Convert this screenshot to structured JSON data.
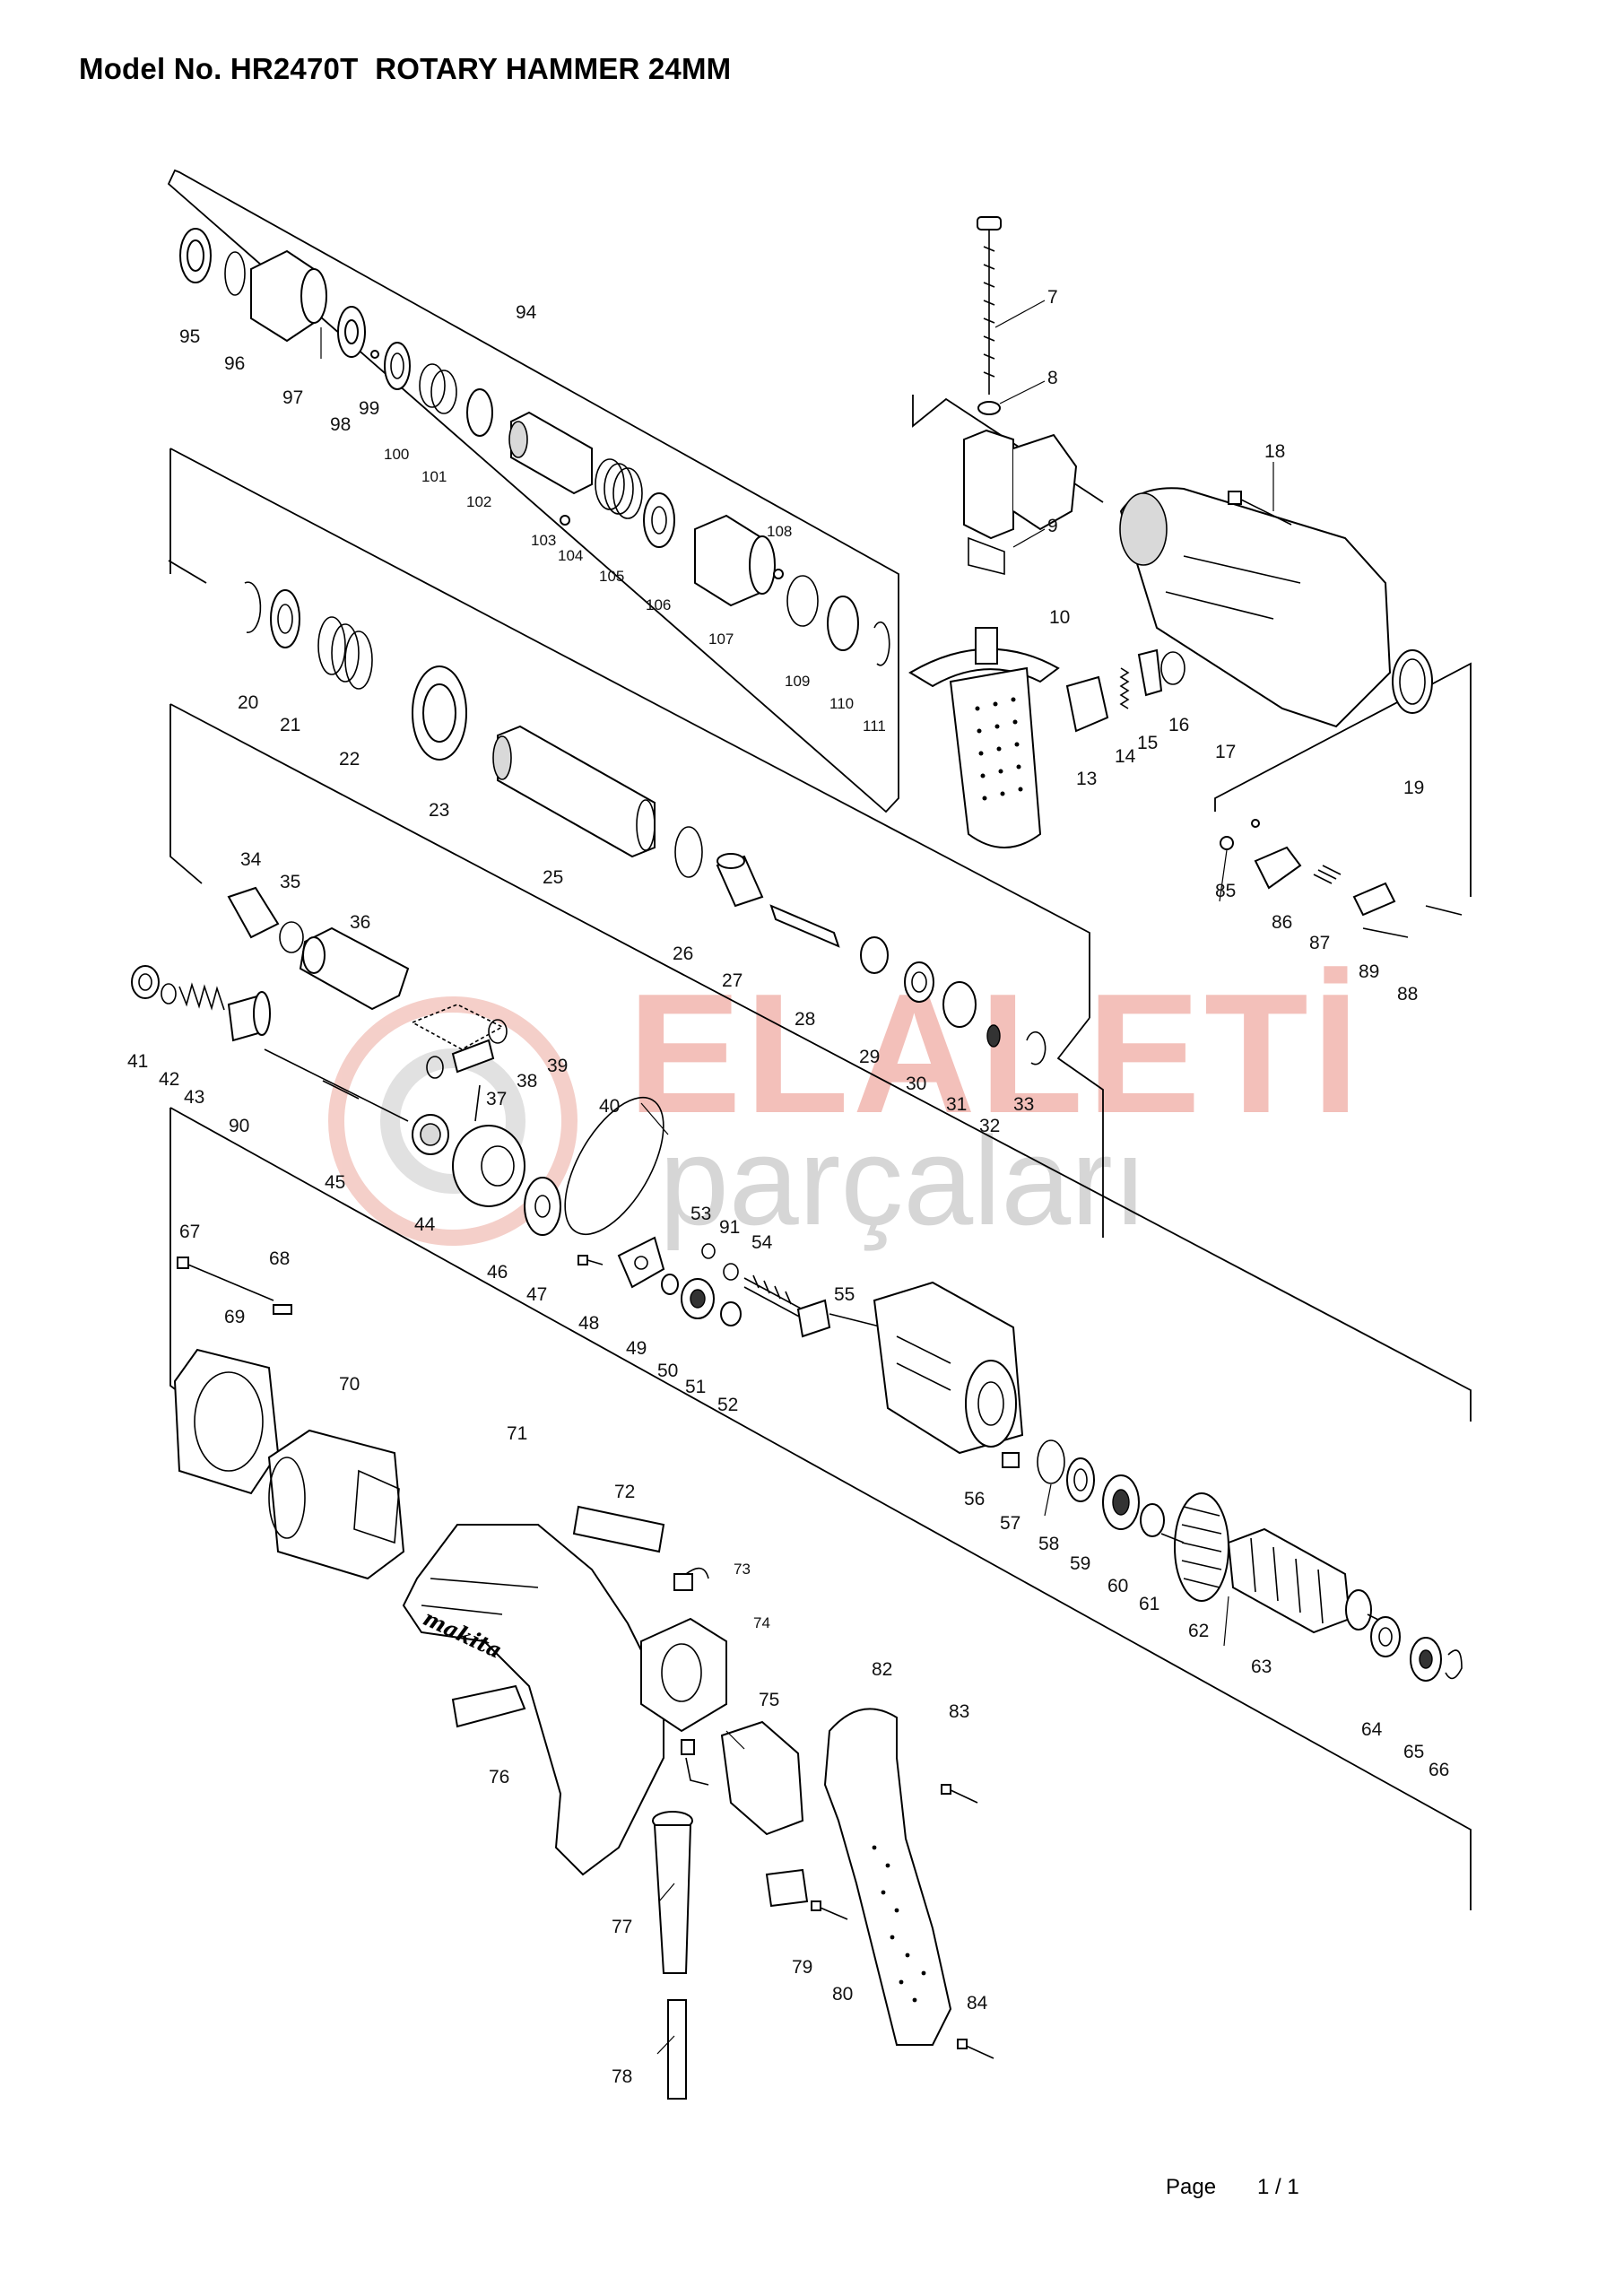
{
  "header": {
    "title": "Model No. HR2470T  ROTARY HAMMER 24MM"
  },
  "watermark": {
    "brand_top": "ELALETİ",
    "brand_bottom": "parçaları",
    "colors": {
      "top": "#f2b6ae",
      "bottom": "#cfcfcf"
    }
  },
  "footer": {
    "page_label": "Page",
    "page_number": "1 / 1"
  },
  "parts": {
    "p7": "7",
    "p8": "8",
    "p9": "9",
    "p10": "10",
    "p13": "13",
    "p14": "14",
    "p15": "15",
    "p16": "16",
    "p17": "17",
    "p18": "18",
    "p19": "19",
    "p20": "20",
    "p21": "21",
    "p22": "22",
    "p23": "23",
    "p25": "25",
    "p26": "26",
    "p27": "27",
    "p28": "28",
    "p29": "29",
    "p30": "30",
    "p31": "31",
    "p32": "32",
    "p33": "33",
    "p34": "34",
    "p35": "35",
    "p36": "36",
    "p37": "37",
    "p38": "38",
    "p39": "39",
    "p40": "40",
    "p41": "41",
    "p42": "42",
    "p43": "43",
    "p44": "44",
    "p45": "45",
    "p46": "46",
    "p47": "47",
    "p48": "48",
    "p49": "49",
    "p50": "50",
    "p51": "51",
    "p52": "52",
    "p53": "53",
    "p54": "54",
    "p55": "55",
    "p56": "56",
    "p57": "57",
    "p58": "58",
    "p59": "59",
    "p60": "60",
    "p61": "61",
    "p62": "62",
    "p63": "63",
    "p64": "64",
    "p65": "65",
    "p66": "66",
    "p67": "67",
    "p68": "68",
    "p69": "69",
    "p70": "70",
    "p71": "71",
    "p72": "72",
    "p73": "73",
    "p74": "74",
    "p75": "75",
    "p76": "76",
    "p77": "77",
    "p78": "78",
    "p79": "79",
    "p80": "80",
    "p82": "82",
    "p83": "83",
    "p84": "84",
    "p85": "85",
    "p86": "86",
    "p87": "87",
    "p88": "88",
    "p89": "89",
    "p90": "90",
    "p91": "91",
    "p94": "94",
    "p95": "95",
    "p96": "96",
    "p97": "97",
    "p98": "98",
    "p99": "99",
    "p100": "100",
    "p101": "101",
    "p102": "102",
    "p103": "103",
    "p104": "104",
    "p105": "105",
    "p106": "106",
    "p107": "107",
    "p108": "108",
    "p109": "109",
    "p110": "110",
    "p111": "111"
  }
}
